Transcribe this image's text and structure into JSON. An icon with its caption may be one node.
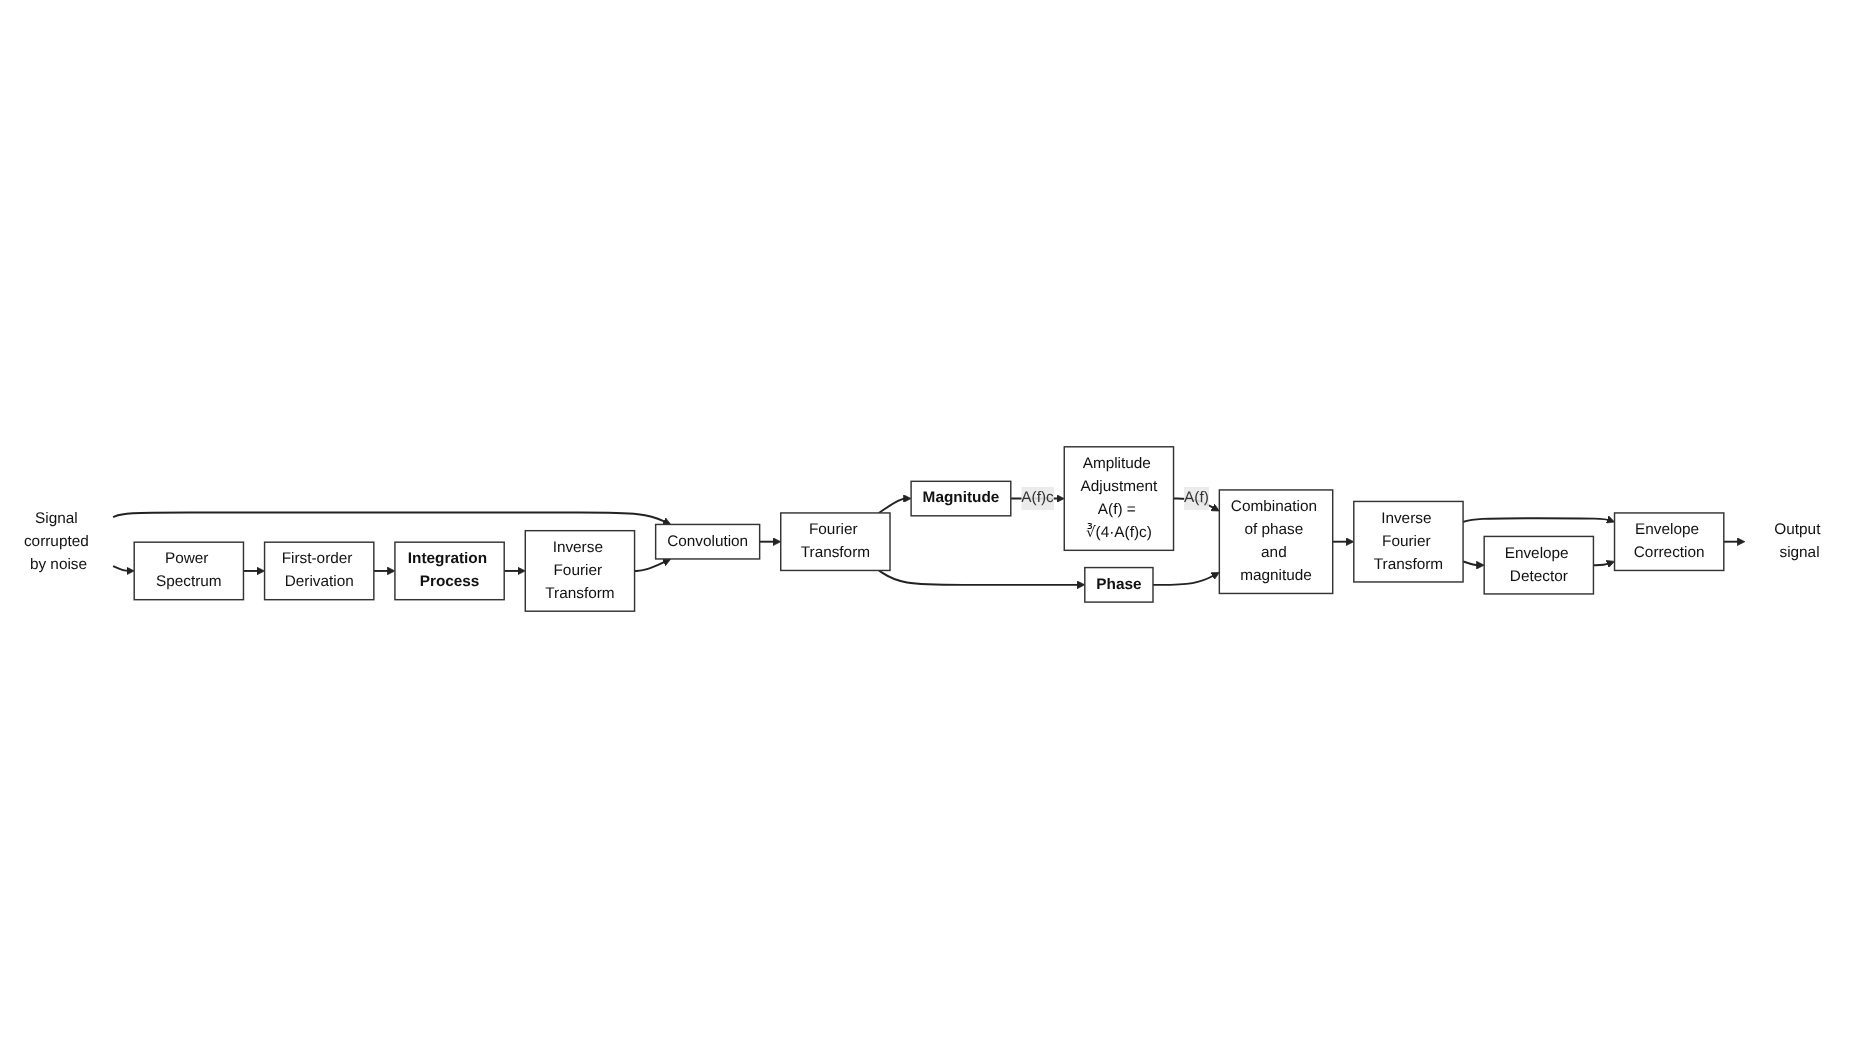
{
  "diagram": {
    "nodes": [
      {
        "text": [
          "Signal corrupted by noise"
        ]
      },
      {
        "text": [
          "Power Spectrum"
        ]
      },
      {
        "text": [
          "First-order Derivation"
        ]
      },
      {
        "text": [
          "Integration Process"
        ]
      },
      {
        "text": [
          "Inverse Fourier Transform"
        ]
      },
      {
        "text": [
          "Convolution"
        ]
      },
      {
        "text": [
          "Fourier Transform"
        ]
      },
      {
        "text": [
          "Magnitude"
        ]
      },
      {
        "text": [
          "Amplitude Adjustment",
          "A(f) = ∛(4·A(f)c)"
        ]
      },
      {
        "text": [
          "Phase"
        ]
      },
      {
        "text": [
          "Combination of phase and magnitude"
        ]
      },
      {
        "text": [
          "Inverse Fourier Transform"
        ]
      },
      {
        "text": [
          "Envelope Detector"
        ]
      },
      {
        "text": [
          "Envelope Correction"
        ]
      },
      {
        "text": [
          "Output signal"
        ]
      }
    ],
    "edges": [
      {
        "from": 0,
        "to": 1,
        "arrow": "to"
      },
      {
        "from": 0,
        "to": 5,
        "arrow": "to"
      },
      {
        "from": 1,
        "to": 2,
        "arrow": "to"
      },
      {
        "from": 2,
        "to": 3,
        "arrow": "to"
      },
      {
        "from": 3,
        "to": 4,
        "arrow": "to"
      },
      {
        "from": 4,
        "to": 5,
        "arrow": "to"
      },
      {
        "from": 5,
        "to": 6,
        "arrow": "to"
      },
      {
        "from": 6,
        "to": 7,
        "arrow": "to"
      },
      {
        "from": 6,
        "to": 9,
        "arrow": "to"
      },
      {
        "from": 7,
        "to": 8,
        "arrow": "to",
        "label": "A(f)c"
      },
      {
        "from": 8,
        "to": 10,
        "arrow": "to",
        "label": "A(f)"
      },
      {
        "from": 9,
        "to": 10,
        "arrow": "to"
      },
      {
        "from": 10,
        "to": 11,
        "arrow": "to"
      },
      {
        "from": 11,
        "to": 12,
        "arrow": "to"
      },
      {
        "from": 11,
        "to": 13,
        "arrow": "to"
      },
      {
        "from": 12,
        "to": 13,
        "arrow": "to"
      },
      {
        "from": 13,
        "to": 14,
        "arrow": "to"
      }
    ]
  }
}
